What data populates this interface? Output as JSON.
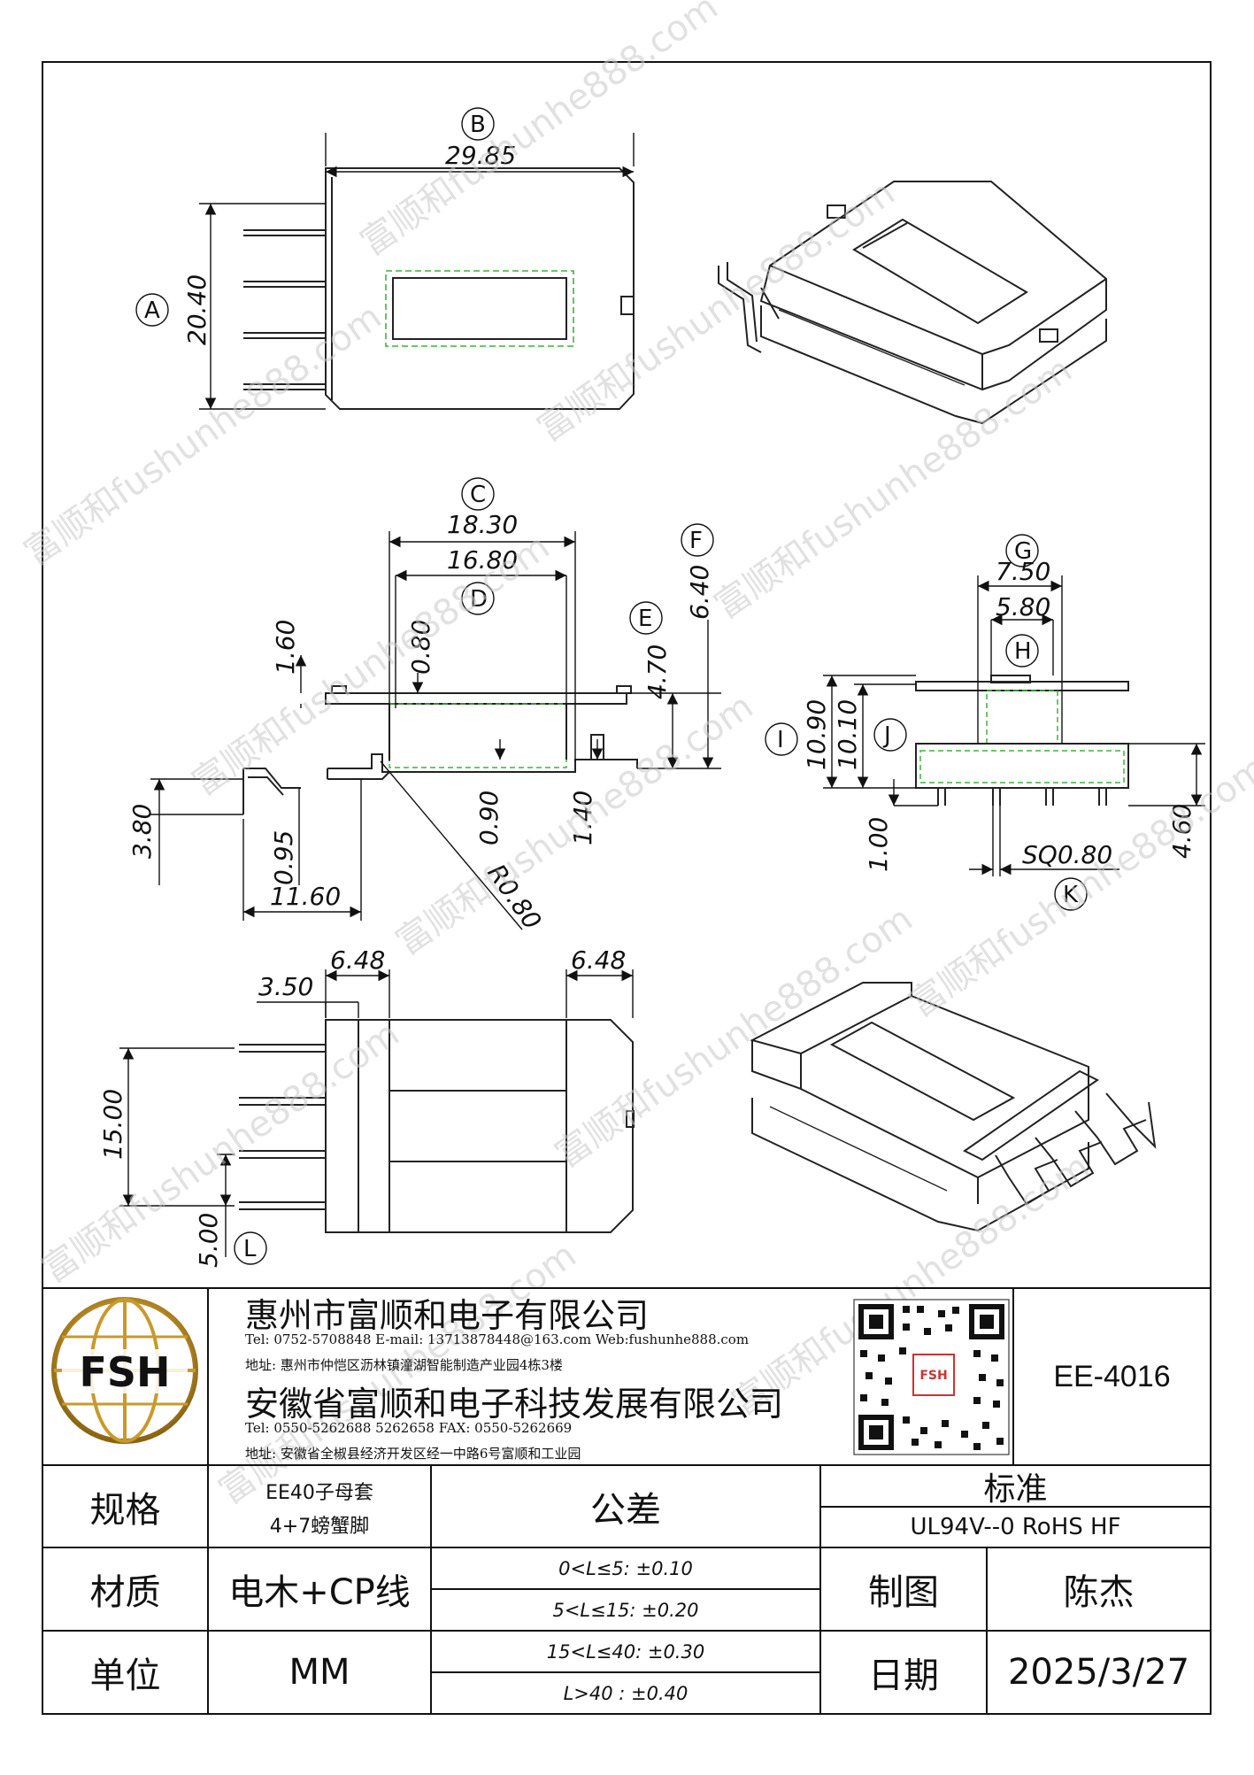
{
  "dimensions": {
    "b_width": "29.85",
    "a_height": "20.40",
    "c_width": "18.30",
    "d_width": "16.80",
    "f_height": "6.40",
    "e_height": "4.70",
    "flange_thk": "1.60",
    "wall_thk": "0.80",
    "base_gap": "0.90",
    "base_thk": "1.40",
    "pin_height": "3.80",
    "pin_offset": "0.95",
    "pin_span": "11.60",
    "radius": "R0.80",
    "g_width": "7.50",
    "h_width": "5.80",
    "i_height": "10.90",
    "j_height": "10.10",
    "pin_len": "4.60",
    "pin_step": "1.00",
    "pin_sq": "SQ0.80",
    "left_width": "6.48",
    "right_width": "6.48",
    "left_offset": "3.50",
    "pitch_total": "15.00",
    "pitch": "5.00"
  },
  "labels": {
    "a": "A",
    "b": "B",
    "c": "C",
    "d": "D",
    "e": "E",
    "f": "F",
    "g": "G",
    "h": "H",
    "i": "I",
    "j": "J",
    "k": "K",
    "l": "L"
  },
  "watermark": {
    "text1": "富顺和fushunhe888.com",
    "text2": "富顺和fushunhe888.com"
  },
  "title_block": {
    "logo_text": "FSH",
    "company1": "惠州市富顺和电子有限公司",
    "contact1": "Tel: 0752-5708848  E-mail: 13713878448@163.com  Web:fushunhe888.com",
    "address1": "地址: 惠州市仲恺区沥林镇潼湖智能制造产业园4栋3楼",
    "company2": "安徽省富顺和电子科技发展有限公司",
    "contact2": "Tel:   0550-5262688  5262658      FAX: 0550-5262669",
    "address2": "地址: 安徽省全椒县经济开发区经一中路6号富顺和工业园",
    "part_no": "EE-4016"
  },
  "table": {
    "spec_label": "规格",
    "spec_line1": "EE40子母套",
    "spec_line2": "4+7螃蟹脚",
    "tolerance_label": "公差",
    "standard_label": "标准",
    "standard_value": "UL94V--0   RoHS HF",
    "material_label": "材质",
    "material_value": "电木+CP线",
    "tol1": "0<L≤5: ±0.10",
    "tol2": "5<L≤15: ±0.20",
    "tol3": "15<L≤40: ±0.30",
    "tol4": "L>40 :  ±0.40",
    "drawer_label": "制图",
    "drawer_value": "陈杰",
    "unit_label": "单位",
    "unit_value": "MM",
    "date_label": "日期",
    "date_value": "2025/3/27"
  }
}
